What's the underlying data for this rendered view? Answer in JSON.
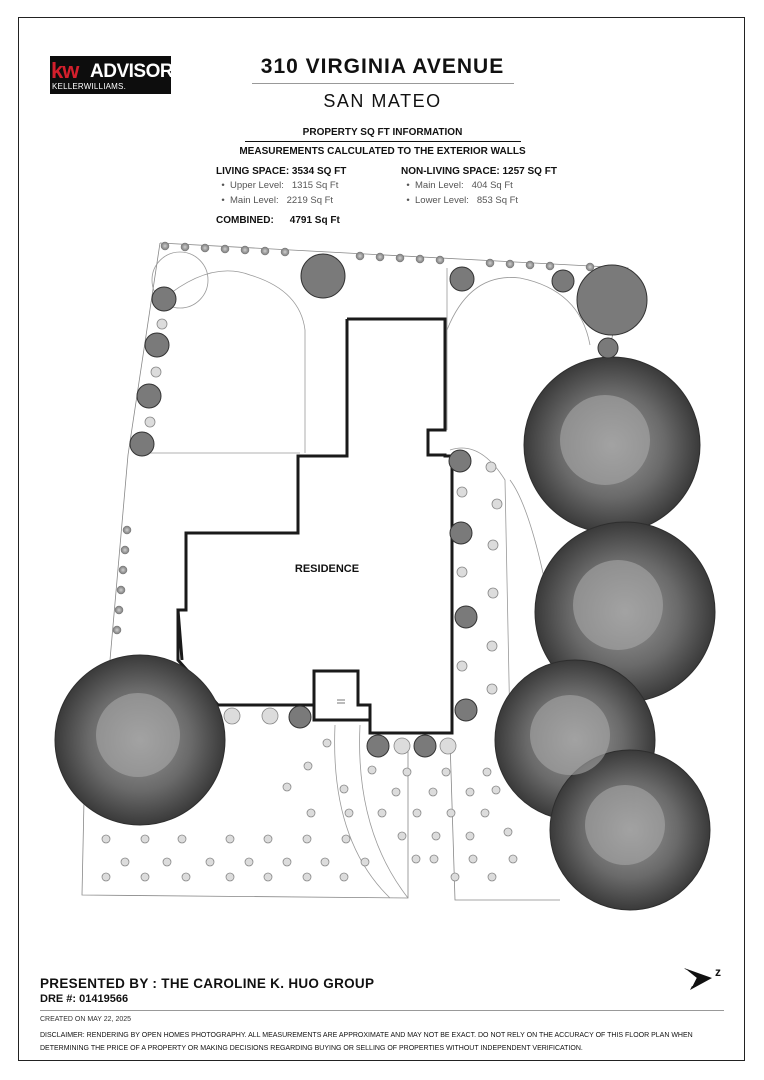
{
  "logo": {
    "kw": "kw",
    "advisors": "ADVISORS",
    "sub": "KELLERWILLIAMS."
  },
  "header": {
    "address": "310 VIRGINIA AVENUE",
    "city": "SAN MATEO"
  },
  "info": {
    "title": "PROPERTY SQ FT INFORMATION",
    "subtitle": "MEASUREMENTS CALCULATED TO THE EXTERIOR WALLS"
  },
  "living": {
    "heading": "LIVING SPACE: 3534 SQ FT",
    "items": [
      {
        "bullet": "•",
        "label": "Upper Level:",
        "value": "1315 Sq Ft"
      },
      {
        "bullet": "•",
        "label": "Main Level:",
        "value": "2219 Sq Ft"
      }
    ]
  },
  "non_living": {
    "heading": "NON-LIVING SPACE: 1257 SQ FT",
    "items": [
      {
        "bullet": "•",
        "label": "Main Level:",
        "value": "404 Sq Ft"
      },
      {
        "bullet": "•",
        "label": "Lower Level:",
        "value": "853 Sq Ft"
      }
    ]
  },
  "combined": {
    "label": "COMBINED:",
    "value": "4791 Sq Ft"
  },
  "plan": {
    "residence_label": "RESIDENCE"
  },
  "footer": {
    "presented": "PRESENTED BY : THE CAROLINE K. HUO GROUP",
    "dre": "DRE #: 01419566",
    "created": "CREATED ON MAY 22, 2025",
    "disclaimer": "DISCLAIMER: RENDERING BY OPEN HOMES PHOTOGRAPHY. ALL MEASUREMENTS ARE APPROXIMATE AND MAY NOT BE EXACT. DO NOT RELY ON THE ACCURACY OF THIS FLOOR PLAN WHEN DETERMINING THE PRICE OF A PROPERTY OR MAKING DECISIONS REGARDING BUYING OR SELLING OF PROPERTIES WITHOUT INDEPENDENT VERIFICATION."
  },
  "compass": {
    "label": "z",
    "icon": "north-arrow-icon"
  },
  "colors": {
    "kw_red": "#d31f2c",
    "tree_dark": "#4a4a4a",
    "tree_light": "#8a8a8a"
  }
}
